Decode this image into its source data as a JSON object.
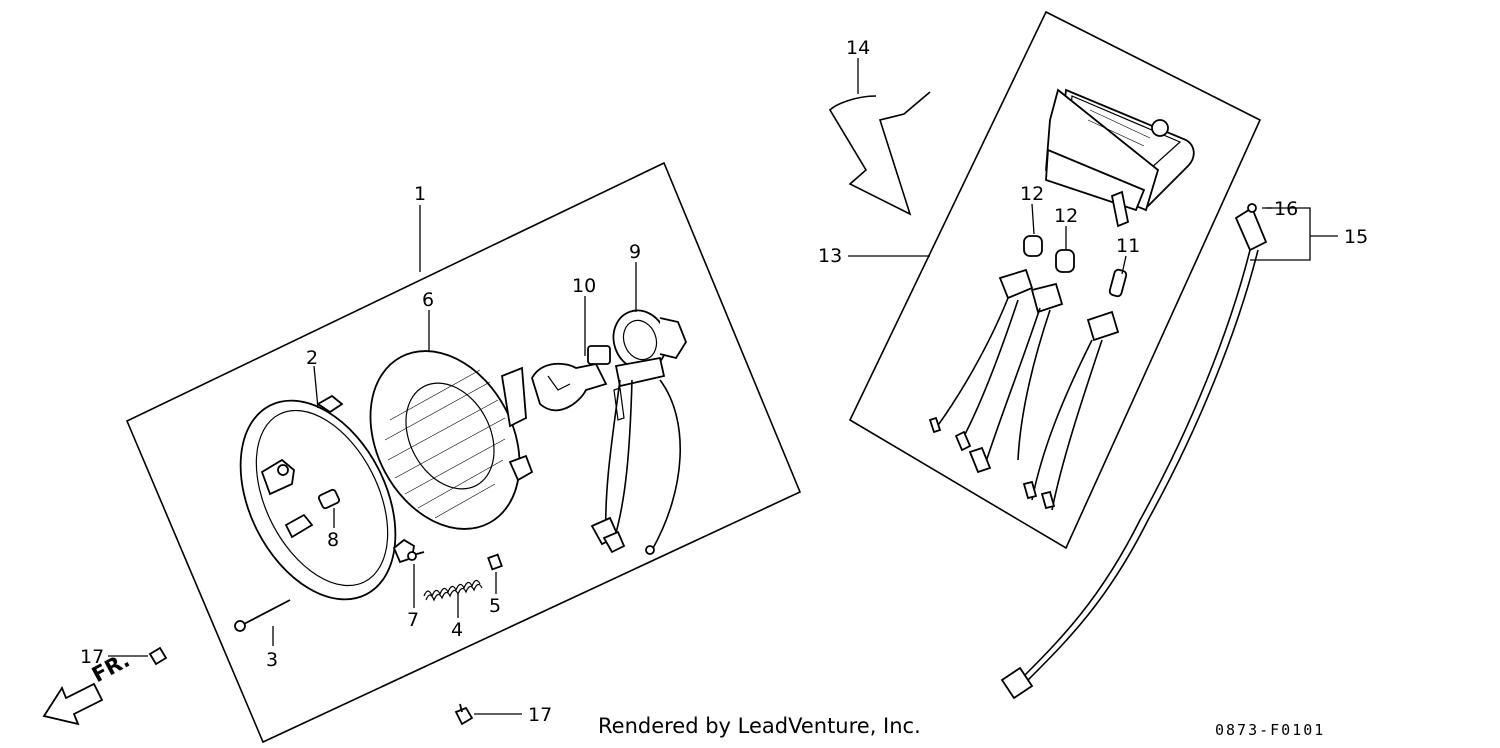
{
  "callouts": {
    "c1": "1",
    "c2": "2",
    "c3": "3",
    "c4": "4",
    "c5": "5",
    "c6": "6",
    "c7": "7",
    "c8": "8",
    "c9": "9",
    "c10": "10",
    "c11": "11",
    "c12a": "12",
    "c12b": "12",
    "c13": "13",
    "c14": "14",
    "c15": "15",
    "c16": "16",
    "c17a": "17",
    "c17b": "17"
  },
  "direction": {
    "label": "FR."
  },
  "footer": {
    "credit": "Rendered by LeadVenture, Inc.",
    "code": "0873-F0101"
  }
}
